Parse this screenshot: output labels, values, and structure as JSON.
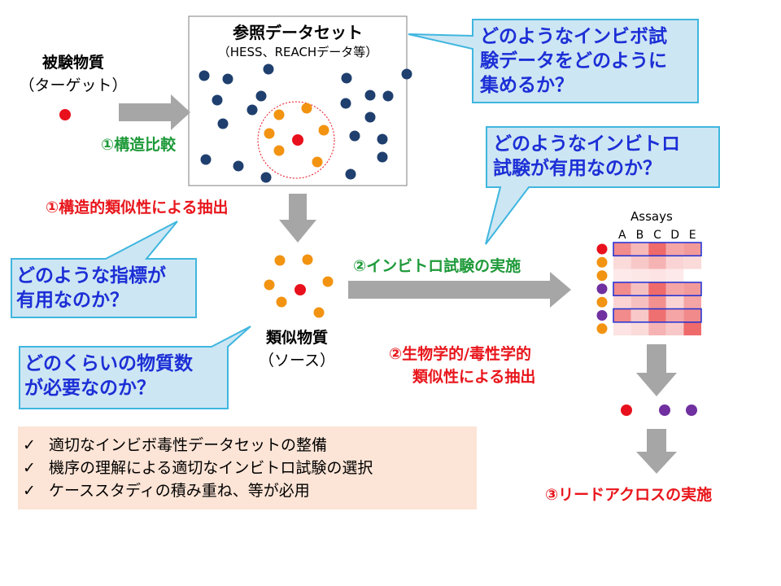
{
  "colors": {
    "dark_dot": "#1f3f6e",
    "orange_dot": "#f29312",
    "red_dot": "#e8101c",
    "purple_dot": "#7030a0",
    "bubble_fill": "#cde6f3",
    "bubble_stroke": "#3fb6df",
    "arrow_gray": "#a6a6a6",
    "note_bg": "#fce4d6"
  },
  "target": {
    "title": "被験物質",
    "subtitle": "（ターゲット）"
  },
  "dataset": {
    "title": "参照データセット",
    "subtitle": "（HESS、REACHデータ等）"
  },
  "source": {
    "title": "類似物質",
    "subtitle": "（ソース）"
  },
  "steps": {
    "compare": "①構造比較",
    "extract_structural": "①構造的類似性による抽出",
    "invitro": "②インビトロ試験の実施",
    "bio_line1": "②生物学的/毒性学的",
    "bio_line2": "類似性による抽出",
    "read_across": "③リードアクロスの実施"
  },
  "questions": {
    "invivo": [
      "どのようなインビボ試",
      "験データをどのように",
      "集めるか？"
    ],
    "invitro": [
      "どのようなインビトロ",
      "試験が有用なのか？"
    ],
    "metric": [
      "どのような指標が",
      "有用なのか？"
    ],
    "count": [
      "どのくらいの物質数",
      "が必要なのか？"
    ]
  },
  "assays": {
    "title": "Assays",
    "columns": [
      "A",
      "B",
      "C",
      "D",
      "E"
    ]
  },
  "notes": {
    "check": "✓",
    "items": [
      "適切なインビボ毒性データセットの整備",
      "機序の理解による適切なインビトロ試験の選択",
      "ケーススタディの積み重ね、等が必用"
    ]
  }
}
